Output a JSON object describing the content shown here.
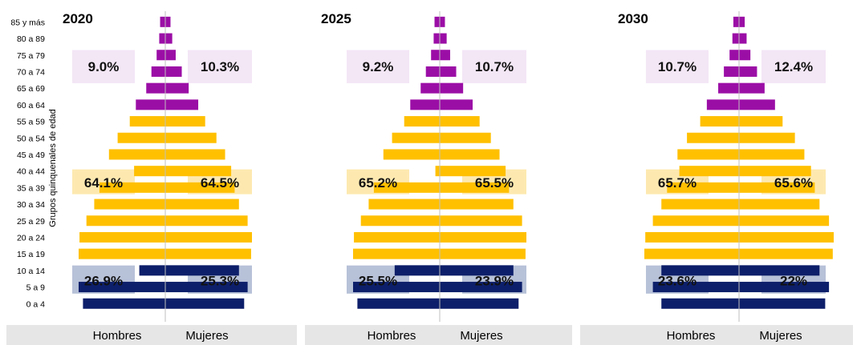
{
  "chart_data": {
    "type": "bar",
    "subtype": "population-pyramid",
    "ylabel": "Grupos quinquenales de edad",
    "categories": [
      "85 y más",
      "80 a 89",
      "75 a 79",
      "70 a 74",
      "65 a 69",
      "60 a 64",
      "55 a 59",
      "50 a 54",
      "45 a 49",
      "40 a 44",
      "35 a 39",
      "30 a 34",
      "25 a 29",
      "20 a 24",
      "15 a 19",
      "10 a 14",
      "5 a 9",
      "0 a 4"
    ],
    "sex_labels": {
      "left": "Hombres",
      "right": "Mujeres"
    },
    "colors": {
      "older": "#9b0ea6",
      "working": "#ffc000",
      "young": "#0d1f6a",
      "older_box": "#f3e6f5",
      "working_box": "#fde9b0",
      "young_box": "#b7c1d8",
      "footer": "#e6e6e6",
      "center_line": "#bfbfbf"
    },
    "panels": [
      {
        "year": "2020",
        "series": [
          {
            "name": "Hombres",
            "values": [
              0.6,
              0.7,
              1.0,
              1.6,
              2.2,
              3.4,
              4.1,
              5.5,
              6.5,
              3.6,
              7.6,
              8.2,
              9.1,
              9.9,
              10.0,
              3.0,
              10.0,
              9.5
            ]
          },
          {
            "name": "Mujeres",
            "values": [
              0.6,
              0.8,
              1.2,
              1.9,
              2.7,
              3.8,
              4.6,
              5.9,
              6.9,
              7.6,
              8.0,
              8.5,
              9.5,
              10.0,
              9.9,
              8.5,
              9.5,
              9.1
            ]
          }
        ],
        "group_labels": {
          "older": [
            "9.0%",
            "10.3%"
          ],
          "working": [
            "64.1%",
            "64.5%"
          ],
          "young": [
            "26.9%",
            "25.3%"
          ]
        }
      },
      {
        "year": "2025",
        "series": [
          {
            "name": "Hombres",
            "values": [
              0.6,
              0.7,
              1.0,
              1.6,
              2.2,
              3.4,
              4.1,
              5.5,
              6.5,
              0.5,
              7.6,
              8.2,
              9.1,
              9.9,
              10.0,
              5.2,
              10.0,
              9.5
            ]
          },
          {
            "name": "Mujeres",
            "values": [
              0.6,
              0.8,
              1.2,
              1.9,
              2.7,
              3.8,
              4.6,
              5.9,
              6.9,
              7.6,
              8.0,
              8.5,
              9.5,
              10.0,
              9.9,
              8.5,
              9.5,
              9.1
            ]
          }
        ],
        "group_labels": {
          "older": [
            "9.2%",
            "10.7%"
          ],
          "working": [
            "65.2%",
            "65.5%"
          ],
          "young": [
            "25.5%",
            "23.9%"
          ]
        }
      },
      {
        "year": "2030",
        "series": [
          {
            "name": "Hombres",
            "values": [
              0.6,
              0.7,
              1.0,
              1.6,
              2.2,
              3.4,
              4.1,
              5.5,
              6.5,
              6.3,
              7.6,
              8.2,
              9.1,
              9.9,
              10.0,
              8.2,
              9.1,
              8.2
            ]
          },
          {
            "name": "Mujeres",
            "values": [
              0.6,
              0.8,
              1.2,
              1.9,
              2.7,
              3.8,
              4.6,
              5.9,
              6.9,
              7.6,
              8.0,
              8.5,
              9.5,
              10.0,
              9.9,
              8.5,
              9.5,
              9.1
            ]
          }
        ],
        "group_labels": {
          "older": [
            "10.7%",
            "12.4%"
          ],
          "working": [
            "65.7%",
            "65.6%"
          ],
          "young": [
            "23.6%",
            "22%"
          ]
        }
      }
    ]
  }
}
